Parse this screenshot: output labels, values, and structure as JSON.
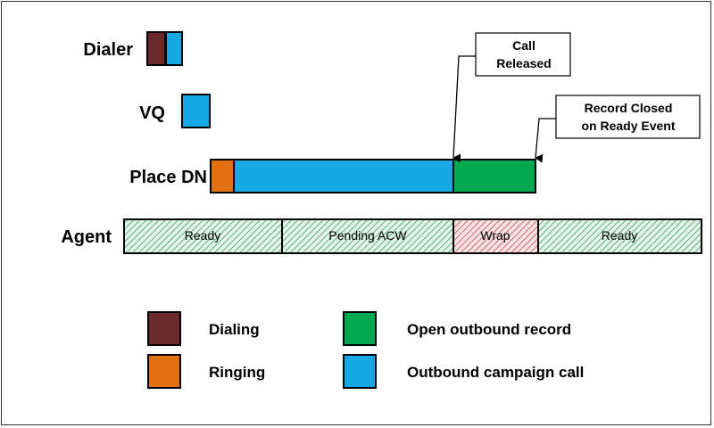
{
  "colors": {
    "dialing": "#6B2A2A",
    "ringing": "#E07012",
    "open_record": "#00A94F",
    "campaign_call": "#16A9E6",
    "agent_green_hatch": "#3F9A6E",
    "agent_green_bg": "#E4F4EA",
    "agent_red_hatch": "#C84B56",
    "agent_red_bg": "#F7E2E4"
  },
  "rows": {
    "dialer": "Dialer",
    "vq": "VQ",
    "place_dn": "Place DN",
    "agent": "Agent"
  },
  "agent_segments": {
    "ready1": "Ready",
    "pending": "Pending ACW",
    "wrap": "Wrap",
    "ready2": "Ready"
  },
  "callouts": {
    "call_released": {
      "line1": "Call",
      "line2": "Released"
    },
    "record_closed": {
      "line1": "Record Closed",
      "line2": "on Ready Event"
    }
  },
  "legend": {
    "dialing": "Dialing",
    "ringing": "Ringing",
    "open_record": "Open outbound record",
    "campaign_call": "Outbound campaign call"
  }
}
